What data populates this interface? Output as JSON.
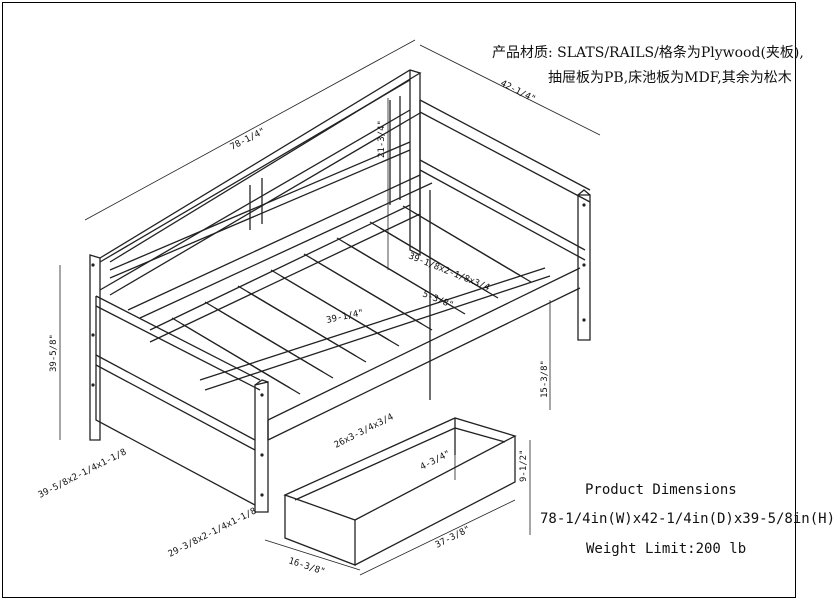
{
  "materials": {
    "line1": "产品材质: SLATS/RAILS/格条为Plywood(夹板),",
    "line2": "抽屉板为PB,床池板为MDF,其余为松木"
  },
  "product": {
    "title": "Product Dimensions",
    "size": "78-1/4in(W)x42-1/4in(D)x39-5/8in(H)",
    "weight": "Weight Limit:200 lb"
  },
  "dimensions": {
    "width_overall": "78-1/4\"",
    "depth_overall": "42-1/4\"",
    "backrest_height": "21-3/4\"",
    "slat": "39-1/8x2-1/8x3/4",
    "slat_gap": "5-3/8\"",
    "inner_width": "39-1/4\"",
    "height_overall": "39-5/8\"",
    "under_clearance": "15-3/8\"",
    "rail": "26x3-3/4x3/4",
    "post_front": "39-5/8x2-1/4x1-1/8",
    "post_rear": "29-3/8x2-1/4x1-1/8",
    "drawer_inner_h": "4-3/4\"",
    "drawer_h": "9-1/2\"",
    "drawer_w": "16-3/8\"",
    "drawer_l": "37-3/8\""
  }
}
